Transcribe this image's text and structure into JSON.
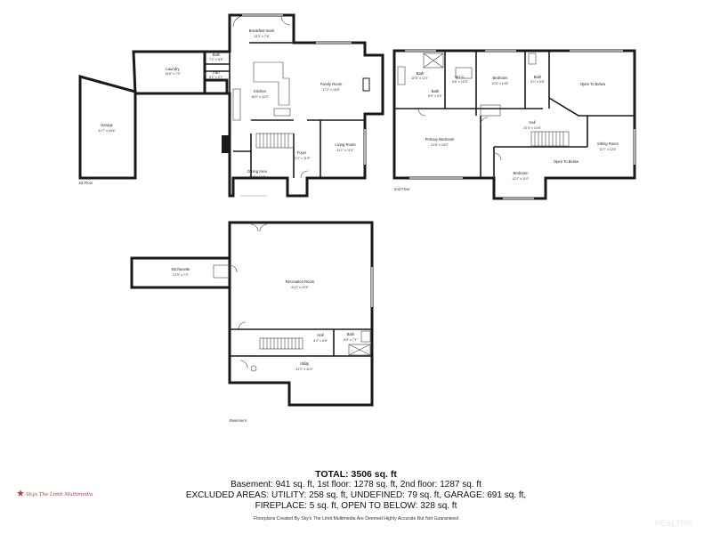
{
  "floors": {
    "first": {
      "label": "1st Floor",
      "rooms": [
        {
          "name": "Breakfast Nook",
          "dim": "13'2\" x 7'8\""
        },
        {
          "name": "Bath",
          "dim": "7'2\" x 5'8\""
        },
        {
          "name": "Laundry",
          "dim": "15'6\" x 7'2\""
        },
        {
          "name": "Garage",
          "dim": "31'7\" x 16'6\""
        },
        {
          "name": "Kitchen",
          "dim": "18'0\" x 22'0\""
        },
        {
          "name": "Family Room",
          "dim": "17'2\" x 15'8\""
        },
        {
          "name": "Living Room",
          "dim": "11'1\" x 11'5\""
        },
        {
          "name": "Foyer",
          "dim": "22'2\" x 11'9\""
        },
        {
          "name": "Dining Area",
          "dim": "12'2\" x 11'0\""
        }
      ],
      "small_label": "Pan",
      "small_dim": "5'1\" x 3'7\""
    },
    "second": {
      "label": "2nd Floor",
      "rooms": [
        {
          "name": "Bath",
          "dim": "10'5\" x 12'1\""
        },
        {
          "name": "W.I.C.",
          "dim": "8'6\" x 13'3\""
        },
        {
          "name": "Bath",
          "dim": "8'9\" x 5'9\""
        },
        {
          "name": "Bedroom",
          "dim": "11'6\" x 14'8\""
        },
        {
          "name": "Bath",
          "dim": "5'1\" x 9'8\""
        },
        {
          "name": "Open To Below",
          "dim": ""
        },
        {
          "name": "Hall",
          "dim": "20'4\" x 10'8\""
        },
        {
          "name": "Primary Bedroom",
          "dim": "21'8\" x 15'0\""
        },
        {
          "name": "Sitting Room",
          "dim": "11'7\" x 12'6\""
        },
        {
          "name": "Open To Below",
          "dim": ""
        },
        {
          "name": "Bedroom",
          "dim": "12'2\" x 11'0\""
        }
      ]
    },
    "basement": {
      "label": "Basement",
      "rooms": [
        {
          "name": "Kitchenette",
          "dim": "21'9\" x 7'2\""
        },
        {
          "name": "Recreation Room",
          "dim": "31'2\" x 23'5\""
        },
        {
          "name": "Hall",
          "dim": "8'2\" x 5'8\""
        },
        {
          "name": "Bath",
          "dim": "8'5\" x 7'1\""
        },
        {
          "name": "Utility",
          "dim": "31'2\" x 11'0\""
        }
      ]
    }
  },
  "summary": {
    "total": "TOTAL: 3506 sq. ft",
    "line1": "Basement: 941 sq. ft, 1st floor: 1278 sq. ft, 2nd floor: 1287 sq. ft",
    "line2": "EXCLUDED AREAS: UTILITY: 258 sq. ft, UNDEFINED: 79 sq. ft, GARAGE: 691 sq. ft,",
    "line3": "FIREPLACE: 5 sq. ft, OPEN TO BELOW: 328 sq. ft",
    "disclaimer": "Floorplans Created By Sky's The Limit Multimedia Are Deemed Highly Accurate But Not Guaranteed"
  },
  "branding": {
    "logo_text": "Skys The Limit Multimedia",
    "logo_color": "#c0392b",
    "watermark": "REALTOR"
  }
}
